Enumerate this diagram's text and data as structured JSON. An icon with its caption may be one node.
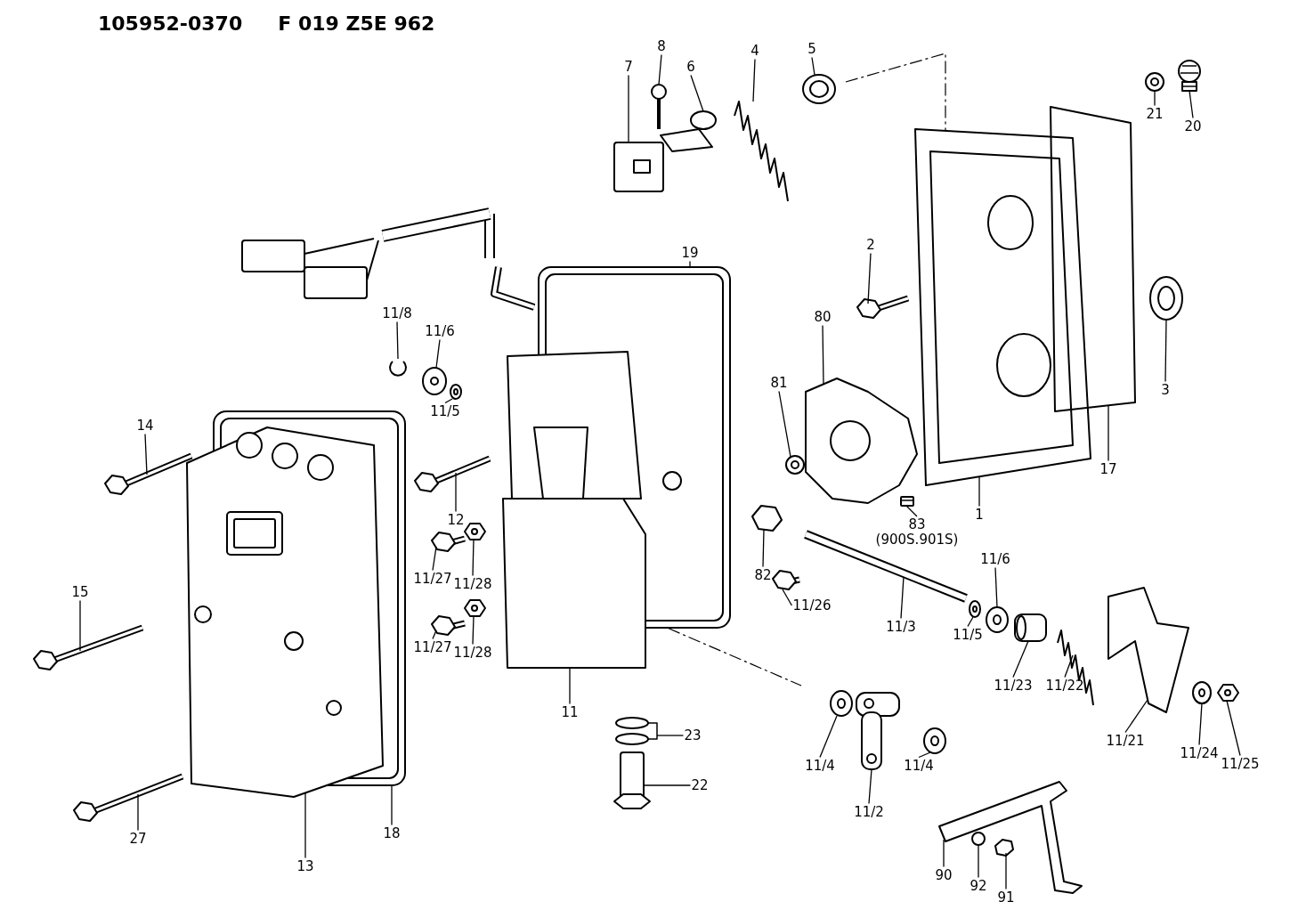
{
  "diagram": {
    "nodes": [
      {
        "text": [
          "8"
        ]
      },
      {
        "text": [
          "7"
        ]
      },
      {
        "text": [
          "6"
        ]
      },
      {
        "text": [
          "4"
        ]
      },
      {
        "text": [
          "5"
        ]
      },
      {
        "text": [
          "21"
        ]
      },
      {
        "text": [
          "20"
        ]
      },
      {
        "text": [
          "19"
        ]
      },
      {
        "text": [
          "2"
        ]
      },
      {
        "text": [
          "80"
        ]
      },
      {
        "text": [
          "3"
        ]
      },
      {
        "text": [
          "11/8"
        ]
      },
      {
        "text": [
          "11/6"
        ]
      },
      {
        "text": [
          "81"
        ]
      },
      {
        "text": [
          "14"
        ]
      },
      {
        "text": [
          "11/5"
        ]
      },
      {
        "text": [
          "17"
        ]
      },
      {
        "text": [
          "12"
        ]
      },
      {
        "text": [
          "1"
        ]
      },
      {
        "text": [
          "83"
        ],
        "beside": [
          "(900S.901S)"
        ]
      },
      {
        "text": [
          "82"
        ]
      },
      {
        "text": [
          "11/27"
        ]
      },
      {
        "text": [
          "11/28"
        ]
      },
      {
        "text": [
          "11/6"
        ]
      },
      {
        "text": [
          "15"
        ]
      },
      {
        "text": [
          "11/26"
        ]
      },
      {
        "text": [
          "11/3"
        ]
      },
      {
        "text": [
          "11/27"
        ]
      },
      {
        "text": [
          "11/28"
        ]
      },
      {
        "text": [
          "11/5"
        ]
      },
      {
        "text": [
          "11/23"
        ]
      },
      {
        "text": [
          "11/22"
        ]
      },
      {
        "text": [
          "11"
        ]
      },
      {
        "text": [
          "11/21"
        ]
      },
      {
        "text": [
          "23"
        ]
      },
      {
        "text": [
          "11/24"
        ]
      },
      {
        "text": [
          "11/25"
        ]
      },
      {
        "text": [
          "11/4"
        ]
      },
      {
        "text": [
          "11/4"
        ]
      },
      {
        "text": [
          "22"
        ]
      },
      {
        "text": [
          "18"
        ]
      },
      {
        "text": [
          "27"
        ]
      },
      {
        "text": [
          "11/2"
        ]
      },
      {
        "text": [
          "13"
        ]
      },
      {
        "text": [
          "90"
        ]
      },
      {
        "text": [
          "92"
        ]
      },
      {
        "text": [
          "91"
        ]
      },
      {
        "text": [],
        "shape": "picture"
      },
      {
        "text": [],
        "shape": "picture"
      },
      {
        "text": [],
        "shape": "picture"
      },
      {
        "text": [],
        "shape": "picture"
      },
      {
        "text": [],
        "shape": "picture"
      },
      {
        "text": [],
        "shape": "picture"
      },
      {
        "text": [],
        "shape": "picture"
      },
      {
        "text": [],
        "shape": "picture"
      },
      {
        "text": [],
        "shape": "picture"
      },
      {
        "text": [],
        "shape": "picture"
      },
      {
        "text": [],
        "shape": "picture"
      },
      {
        "text": [],
        "shape": "picture"
      },
      {
        "text": [],
        "shape": "picture"
      },
      {
        "text": [],
        "shape": "picture"
      },
      {
        "text": [],
        "shape": "picture"
      },
      {
        "text": [],
        "shape": "picture"
      },
      {
        "text": [],
        "shape": "picture"
      },
      {
        "text": [],
        "shape": "picture"
      },
      {
        "text": [],
        "shape": "picture"
      },
      {
        "text": [],
        "shape": "picture"
      },
      {
        "text": [],
        "shape": "picture"
      },
      {
        "text": [],
        "shape": "picture"
      },
      {
        "text": [],
        "shape": "picture"
      },
      {
        "text": [],
        "shape": "picture"
      },
      {
        "text": [],
        "shape": "picture"
      },
      {
        "text": [],
        "shape": "picture"
      },
      {
        "text": [],
        "shape": "picture"
      },
      {
        "text": [],
        "shape": "picture"
      },
      {
        "text": [],
        "shape": "picture"
      },
      {
        "text": [],
        "shape": "picture"
      },
      {
        "text": [],
        "shape": "picture"
      },
      {
        "text": [],
        "shape": "picture"
      },
      {
        "text": [],
        "shape": "picture"
      },
      {
        "text": [],
        "shape": "picture"
      },
      {
        "text": [],
        "shape": "picture"
      },
      {
        "text": [],
        "shape": "picture"
      },
      {
        "text": [],
        "shape": "picture"
      },
      {
        "text": [],
        "shape": "picture"
      },
      {
        "text": [],
        "shape": "picture"
      },
      {
        "text": [],
        "shape": "picture"
      },
      {
        "text": [],
        "shape": "picture"
      },
      {
        "text": [],
        "shape": "picture"
      },
      {
        "text": [],
        "shape": "picture"
      },
      {
        "text": [],
        "shape": "picture"
      },
      {
        "text": [],
        "shape": "picture"
      },
      {
        "text": [],
        "shape": "picture"
      },
      {
        "text": [],
        "shape": "picture"
      }
    ],
    "edges": [
      {
        "from": 0,
        "to": 47,
        "arrow": "none"
      },
      {
        "from": 1,
        "to": 48,
        "arrow": "none"
      },
      {
        "from": 2,
        "to": 49,
        "arrow": "none"
      },
      {
        "from": 3,
        "to": 50,
        "arrow": "none"
      },
      {
        "from": 4,
        "to": 51,
        "arrow": "none"
      },
      {
        "from": 5,
        "to": 52,
        "arrow": "none"
      },
      {
        "from": 6,
        "to": 53,
        "arrow": "none"
      },
      {
        "from": 7,
        "to": 54,
        "arrow": "none"
      },
      {
        "from": 8,
        "to": 55,
        "arrow": "none"
      },
      {
        "from": 9,
        "to": 56,
        "arrow": "none"
      },
      {
        "from": 10,
        "to": 57,
        "arrow": "none"
      },
      {
        "from": 11,
        "to": 58,
        "arrow": "none"
      },
      {
        "from": 12,
        "to": 59,
        "arrow": "none"
      },
      {
        "from": 13,
        "to": 60,
        "arrow": "none"
      },
      {
        "from": 14,
        "to": 61,
        "arrow": "none"
      },
      {
        "from": 15,
        "to": 62,
        "arrow": "none"
      },
      {
        "from": 16,
        "to": 63,
        "arrow": "none"
      },
      {
        "from": 17,
        "to": 64,
        "arrow": "none"
      },
      {
        "from": 18,
        "to": 65,
        "arrow": "none"
      },
      {
        "from": 19,
        "to": 66,
        "arrow": "none"
      },
      {
        "from": 20,
        "to": 67,
        "arrow": "none"
      },
      {
        "from": 21,
        "to": 68,
        "arrow": "none"
      },
      {
        "from": 22,
        "to": 69,
        "arrow": "none"
      },
      {
        "from": 23,
        "to": 70,
        "arrow": "none"
      },
      {
        "from": 24,
        "to": 71,
        "arrow": "none"
      },
      {
        "from": 25,
        "to": 72,
        "arrow": "none"
      },
      {
        "from": 26,
        "to": 73,
        "arrow": "none"
      },
      {
        "from": 27,
        "to": 74,
        "arrow": "none"
      },
      {
        "from": 28,
        "to": 75,
        "arrow": "none"
      },
      {
        "from": 29,
        "to": 76,
        "arrow": "none"
      },
      {
        "from": 30,
        "to": 77,
        "arrow": "none"
      },
      {
        "from": 31,
        "to": 78,
        "arrow": "none"
      },
      {
        "from": 32,
        "to": 79,
        "arrow": "none"
      },
      {
        "from": 33,
        "to": 80,
        "arrow": "none"
      },
      {
        "from": 34,
        "to": 81,
        "arrow": "none"
      },
      {
        "from": 35,
        "to": 82,
        "arrow": "none"
      },
      {
        "from": 36,
        "to": 83,
        "arrow": "none"
      },
      {
        "from": 37,
        "to": 84,
        "arrow": "none"
      },
      {
        "from": 38,
        "to": 85,
        "arrow": "none"
      },
      {
        "from": 39,
        "to": 86,
        "arrow": "none"
      },
      {
        "from": 40,
        "to": 87,
        "arrow": "none"
      },
      {
        "from": 41,
        "to": 88,
        "arrow": "none"
      },
      {
        "from": 42,
        "to": 89,
        "arrow": "none"
      },
      {
        "from": 43,
        "to": 90,
        "arrow": "none"
      },
      {
        "from": 44,
        "to": 91,
        "arrow": "none"
      },
      {
        "from": 45,
        "to": 92,
        "arrow": "none"
      },
      {
        "from": 46,
        "to": 93,
        "arrow": "none"
      }
    ],
    "labels": [
      "105952-0370",
      "F 019 Z5E 962"
    ]
  }
}
